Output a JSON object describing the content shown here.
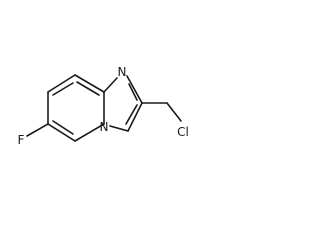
{
  "molecule": {
    "atom_labels": {
      "imidazole_nitrogen": "N",
      "bridgehead_nitrogen": "N",
      "fluorine": "F",
      "chlorine": "Cl"
    },
    "colors": {
      "bond": "#1a1a1a",
      "text": "#1a1a1a",
      "background": "#ffffff"
    }
  }
}
